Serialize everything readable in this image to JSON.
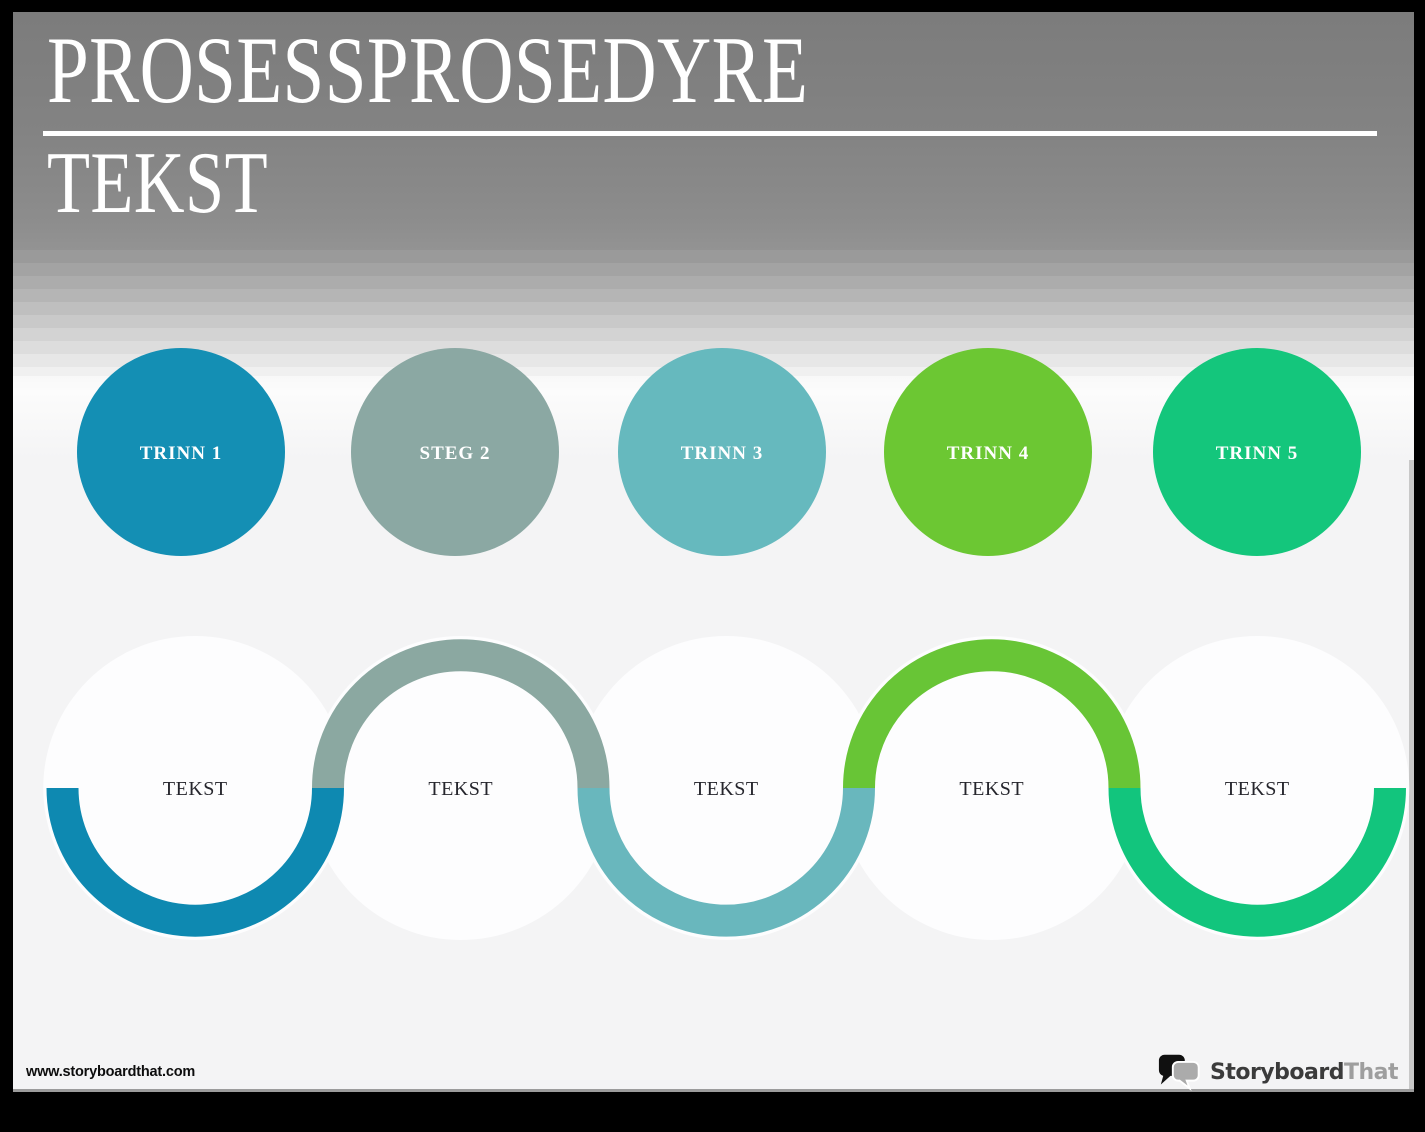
{
  "header": {
    "title": "PROSESSPROSEDYRE",
    "subtitle": "TEKST",
    "text_color": "#ffffff"
  },
  "steps": [
    {
      "label": "TRINN 1",
      "node_label": "TEKST",
      "circle_color": "#148FB4",
      "wave_color": "#0E89B1"
    },
    {
      "label": "STEG 2",
      "node_label": "TEKST",
      "circle_color": "#8BA8A3",
      "wave_color": "#8BA8A1"
    },
    {
      "label": "TRINN 3",
      "node_label": "TEKST",
      "circle_color": "#66B9BE",
      "wave_color": "#69B7BD"
    },
    {
      "label": "TRINN 4",
      "node_label": "TEKST",
      "circle_color": "#6CC733",
      "wave_color": "#68C536"
    },
    {
      "label": "TRINN 5",
      "node_label": "TEKST",
      "circle_color": "#14C67C",
      "wave_color": "#12C57D"
    }
  ],
  "colors": {
    "halo": "#FDFDFE",
    "frame": "#000000",
    "card_background": "#F4F4F5"
  },
  "footer": {
    "website": "www.storyboardthat.com",
    "logo": {
      "primary": "Storyboard",
      "secondary": "That",
      "primary_color": "#3B3B3B",
      "secondary_color": "#9E9E9E"
    }
  }
}
